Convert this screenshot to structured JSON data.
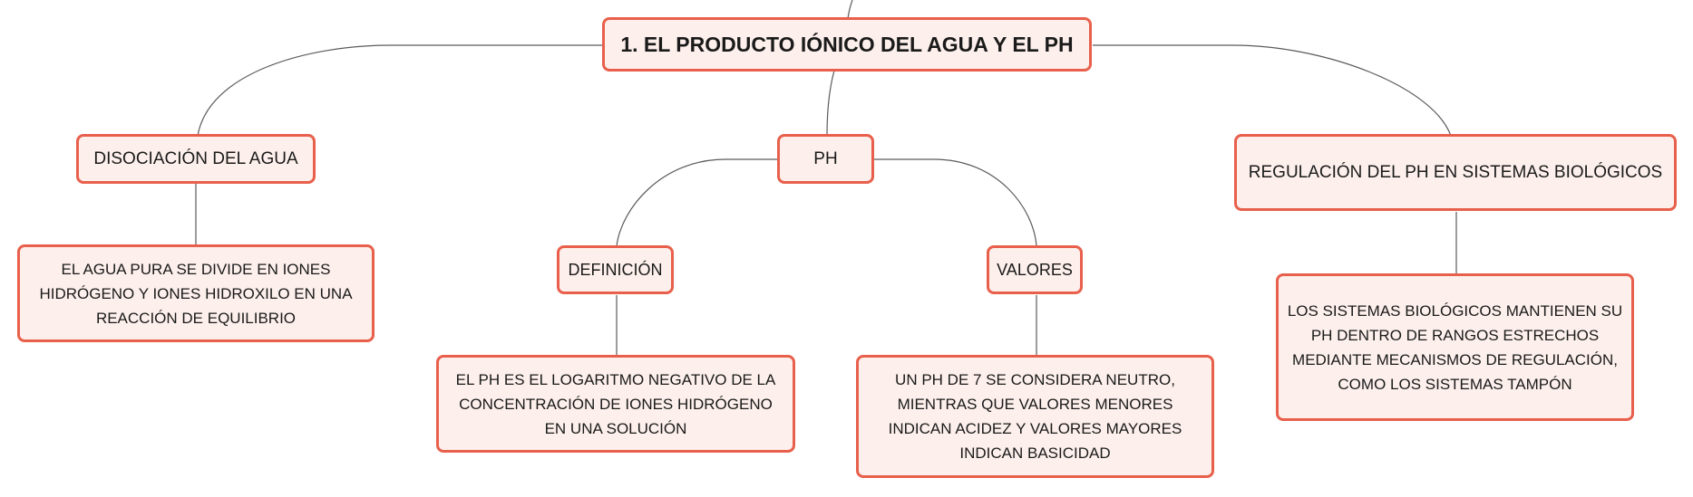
{
  "root": {
    "label": "1. EL PRODUCTO IÓNICO DEL AGUA Y EL PH"
  },
  "branches": {
    "disociacion": {
      "label": "DISOCIACIÓN DEL AGUA",
      "detail": "EL AGUA PURA SE DIVIDE EN IONES HIDRÓGENO Y IONES HIDROXILO EN UNA REACCIÓN DE EQUILIBRIO"
    },
    "ph": {
      "label": "PH",
      "definicion": {
        "label": "DEFINICIÓN",
        "detail": "EL PH ES EL LOGARITMO NEGATIVO DE LA CONCENTRACIÓN DE IONES HIDRÓGENO EN UNA SOLUCIÓN"
      },
      "valores": {
        "label": "VALORES",
        "detail": "UN PH DE 7 SE CONSIDERA NEUTRO, MIENTRAS QUE VALORES MENORES INDICAN ACIDEZ Y VALORES MAYORES INDICAN BASICIDAD"
      }
    },
    "regulacion": {
      "label": "REGULACIÓN DEL PH EN SISTEMAS BIOLÓGICOS",
      "detail": "LOS SISTEMAS BIOLÓGICOS MANTIENEN SU PH DENTRO DE RANGOS ESTRECHOS MEDIANTE MECANISMOS DE REGULACIÓN, COMO LOS SISTEMAS TAMPÓN"
    }
  },
  "colors": {
    "border": "#e8604c",
    "fill": "#fdf0ec",
    "connector": "#5a5a5a"
  }
}
